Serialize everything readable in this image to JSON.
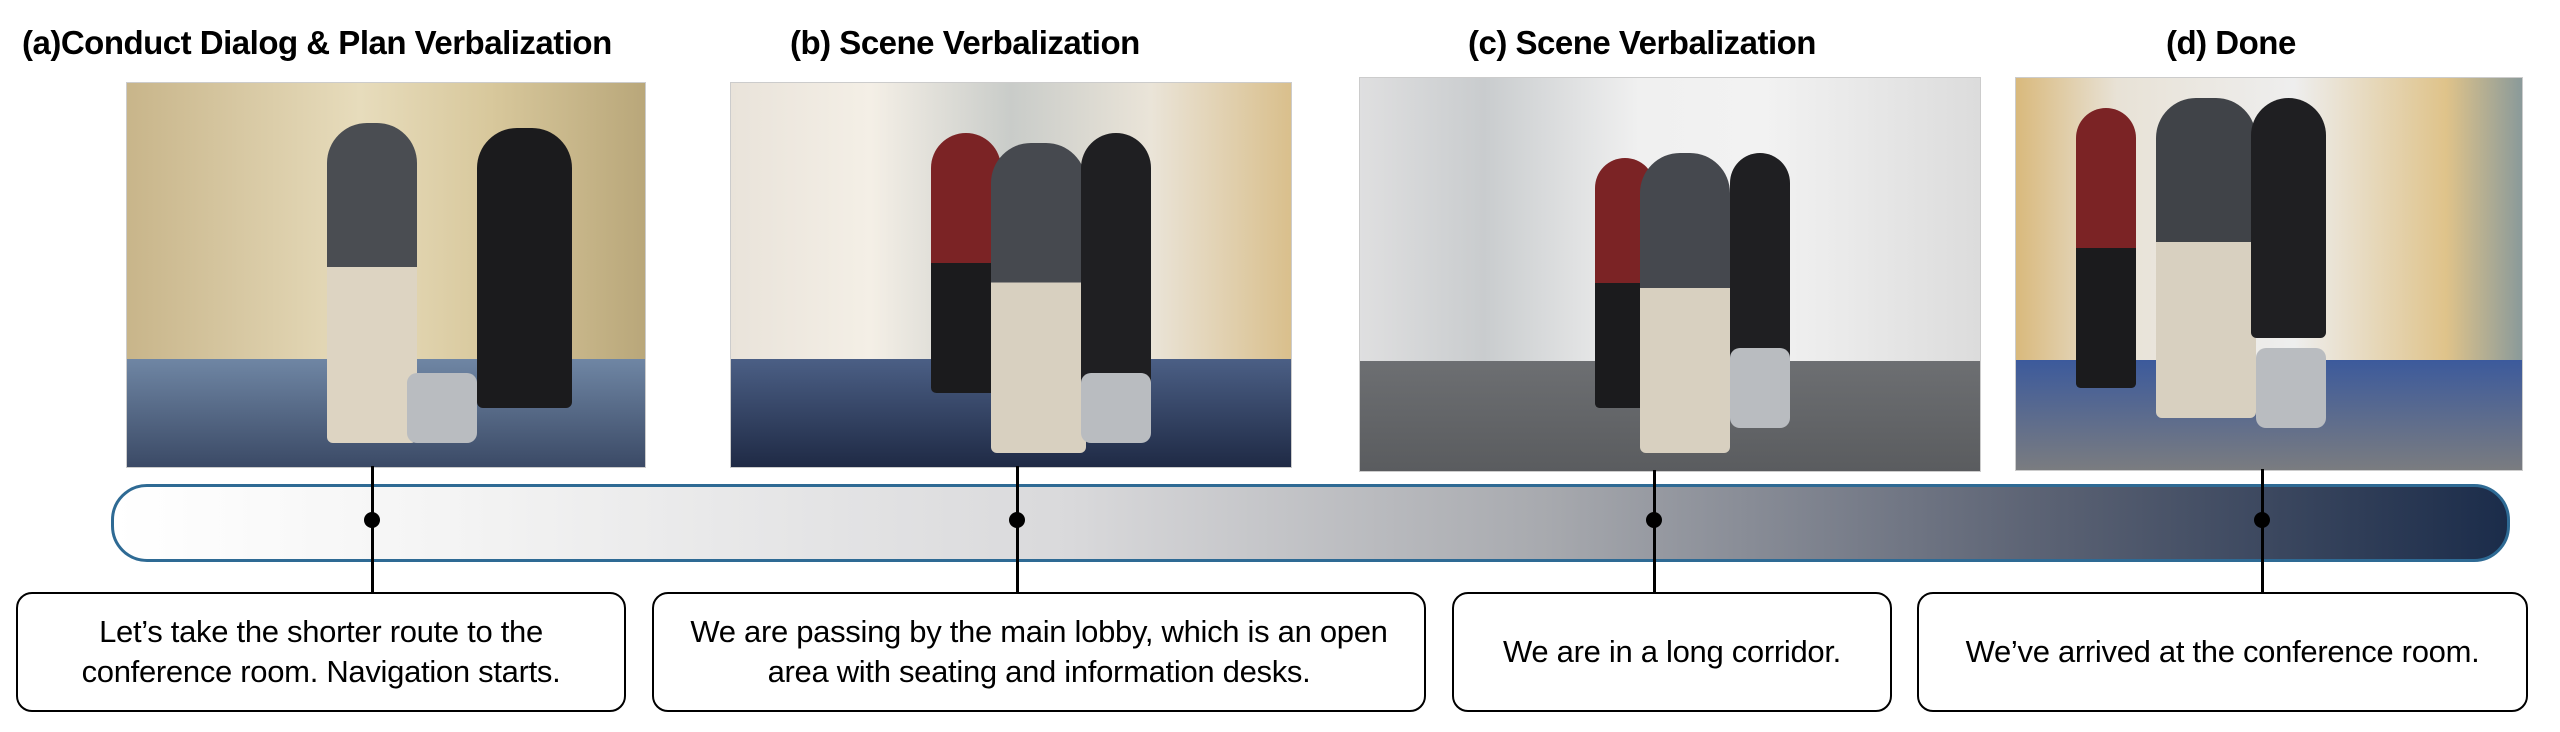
{
  "steps": [
    {
      "title": "(a)Conduct Dialog & Plan Verbalization",
      "caption": "Let’s take the shorter route to the conference room. Navigation starts."
    },
    {
      "title": "(b) Scene Verbalization",
      "caption": "We are passing by the main lobby, which is an open area with seating and information desks."
    },
    {
      "title": "(c) Scene Verbalization",
      "caption": "We are in a long corridor."
    },
    {
      "title": "(d) Done",
      "caption": "We’ve arrived at the conference room."
    }
  ],
  "colors": {
    "timeline_start": "#ffffff",
    "timeline_end": "#1b2c4a",
    "timeline_border": "#2e6a94"
  }
}
